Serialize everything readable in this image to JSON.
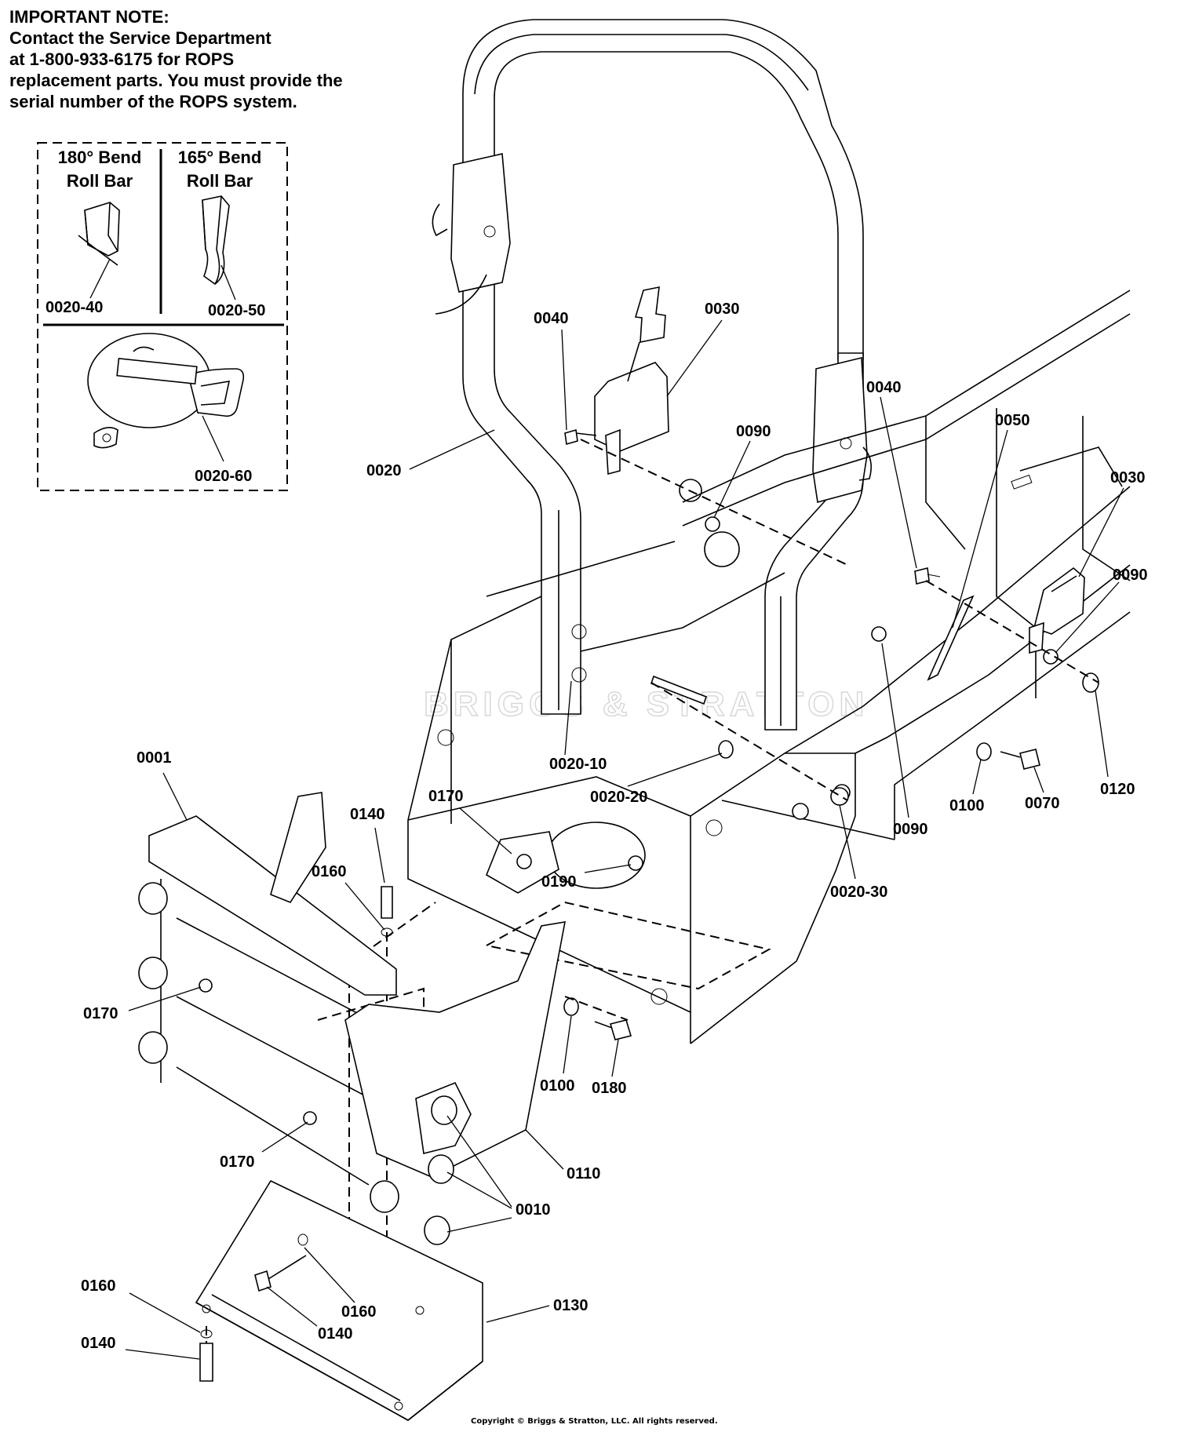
{
  "note": {
    "lines": [
      "IMPORTANT NOTE:",
      "Contact the Service Department",
      "at 1-800-933-6175 for ROPS",
      "replacement parts. You must provide the",
      "serial number of the ROPS system."
    ]
  },
  "inset": {
    "bend180": {
      "line1": "180° Bend",
      "line2": "Roll Bar",
      "part": "0020-40"
    },
    "bend165": {
      "line1": "165° Bend",
      "line2": "Roll Bar",
      "part": "0020-50"
    },
    "pin": {
      "part": "0020-60"
    }
  },
  "watermark": "BRIGGS & STRATTON",
  "callouts": {
    "c0020": "0020",
    "c0040a": "0040",
    "c0030a": "0030",
    "c0090a": "0090",
    "c0040b": "0040",
    "c0050": "0050",
    "c0030b": "0030",
    "c0090b": "0090",
    "c0020_10": "0020-10",
    "c0020_20": "0020-20",
    "c0090c": "0090",
    "c0100a": "0100",
    "c0070": "0070",
    "c0120": "0120",
    "c0001": "0001",
    "c0140a": "0140",
    "c0160a": "0160",
    "c0170a": "0170",
    "c0190": "0190",
    "c0020_30": "0020-30",
    "c0170b": "0170",
    "c0100b": "0100",
    "c0180": "0180",
    "c0170c": "0170",
    "c0110": "0110",
    "c0010": "0010",
    "c0160b": "0160",
    "c0130": "0130",
    "c0160c": "0160",
    "c0140b": "0140",
    "c0140c": "0140"
  },
  "copyright": "Copyright © Briggs & Stratton, LLC. All rights reserved."
}
